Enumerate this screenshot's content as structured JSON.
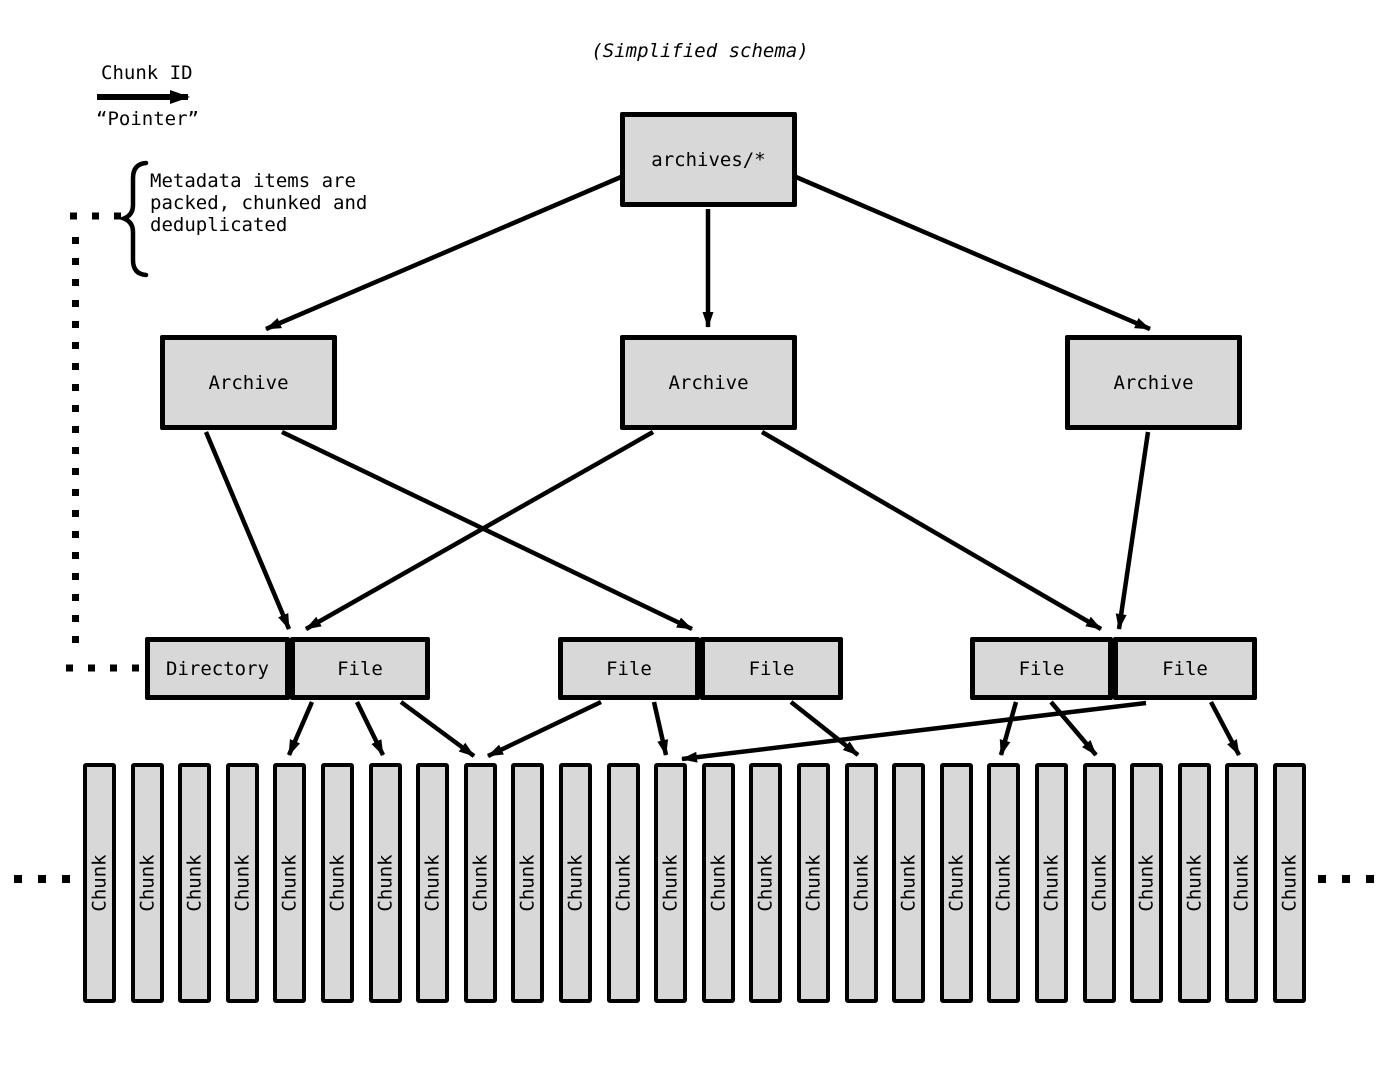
{
  "title": "(Simplified schema)",
  "legend": {
    "line_label": "Chunk ID",
    "line_sublabel": "“Pointer”"
  },
  "note": {
    "lines": [
      "Metadata items are",
      "packed, chunked and",
      "deduplicated"
    ]
  },
  "nodes": {
    "root": "archives/*",
    "archives": [
      "Archive",
      "Archive",
      "Archive"
    ],
    "pairs": [
      [
        "Directory",
        "File"
      ],
      [
        "File",
        "File"
      ],
      [
        "File",
        "File"
      ]
    ]
  },
  "chunk_row": {
    "label": "Chunk",
    "count": 26
  },
  "colors": {
    "box_fill": "#d8d8d8",
    "stroke": "#000000",
    "background": "#ffffff"
  }
}
